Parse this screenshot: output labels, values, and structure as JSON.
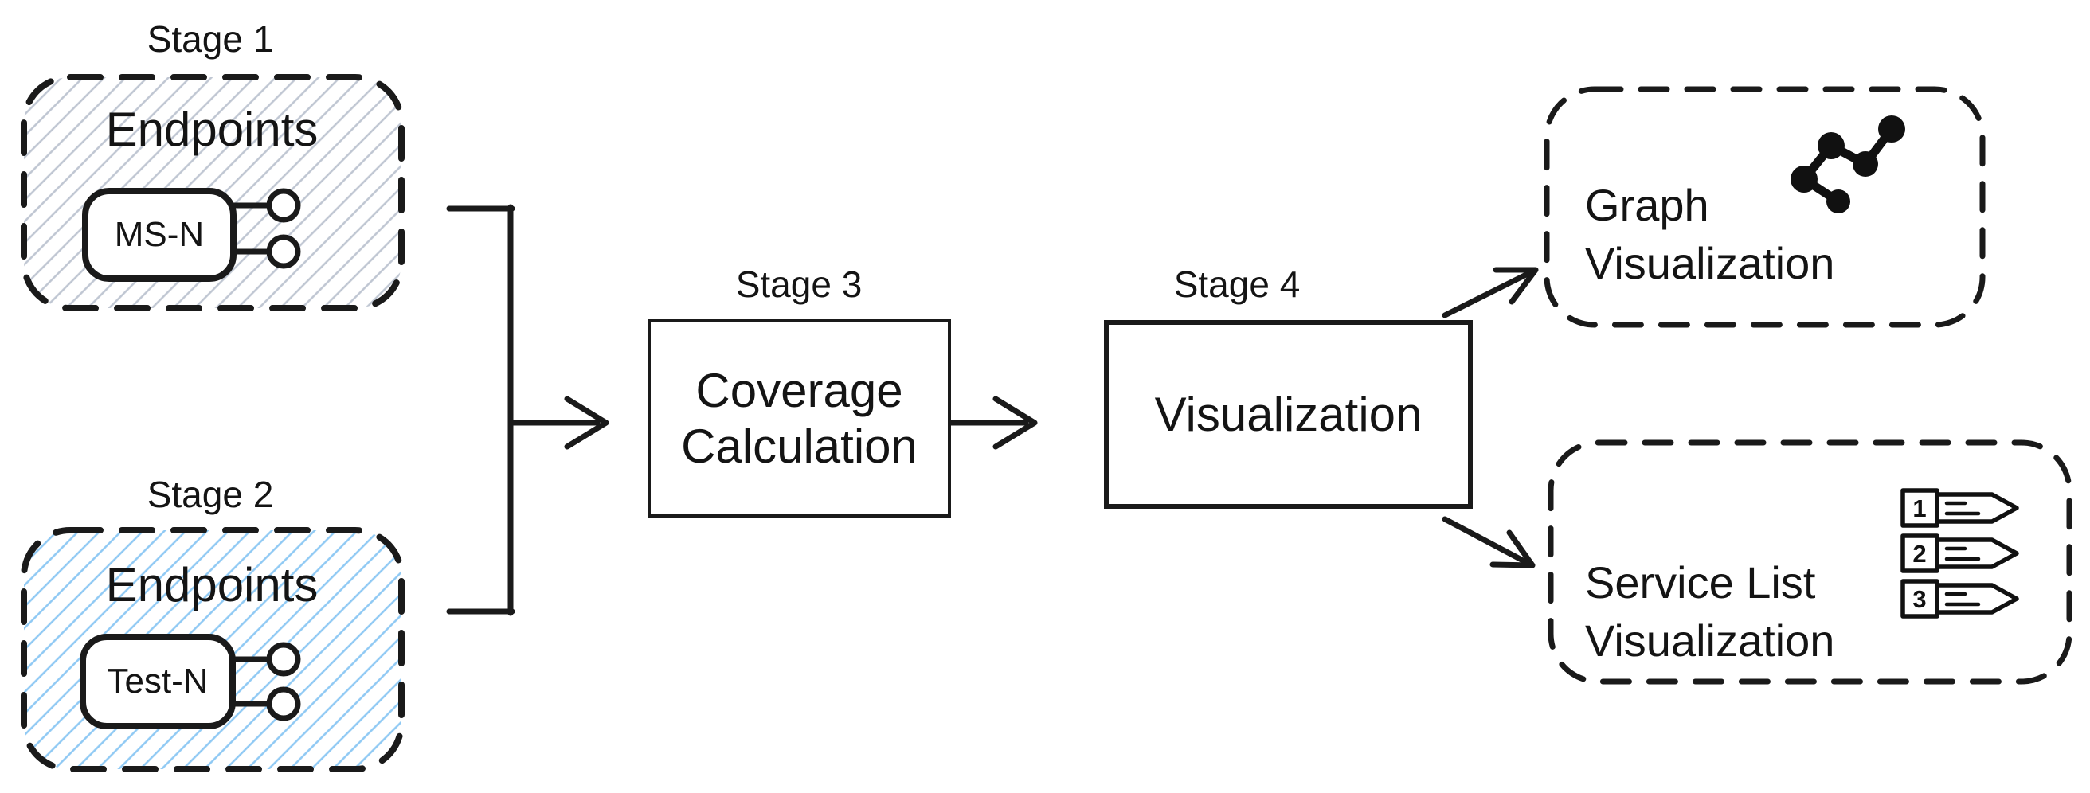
{
  "diagram": {
    "stages": {
      "stage1": {
        "label": "Stage 1",
        "title": "Endpoints",
        "node_label": "MS-N"
      },
      "stage2": {
        "label": "Stage 2",
        "title": "Endpoints",
        "node_label": "Test-N"
      },
      "stage3": {
        "label": "Stage 3",
        "title": "Coverage Calculation"
      },
      "stage4": {
        "label": "Stage 4",
        "title": "Visualization"
      }
    },
    "outputs": {
      "graph": {
        "title": "Graph Visualization"
      },
      "service_list": {
        "title": "Service List Visualization",
        "item_numbers": [
          "1",
          "2",
          "3"
        ]
      }
    },
    "colors": {
      "stroke": "#1a1a1a",
      "stage1_hatch": "#bfc6d2",
      "stage2_hatch": "#8fc9f4"
    }
  }
}
